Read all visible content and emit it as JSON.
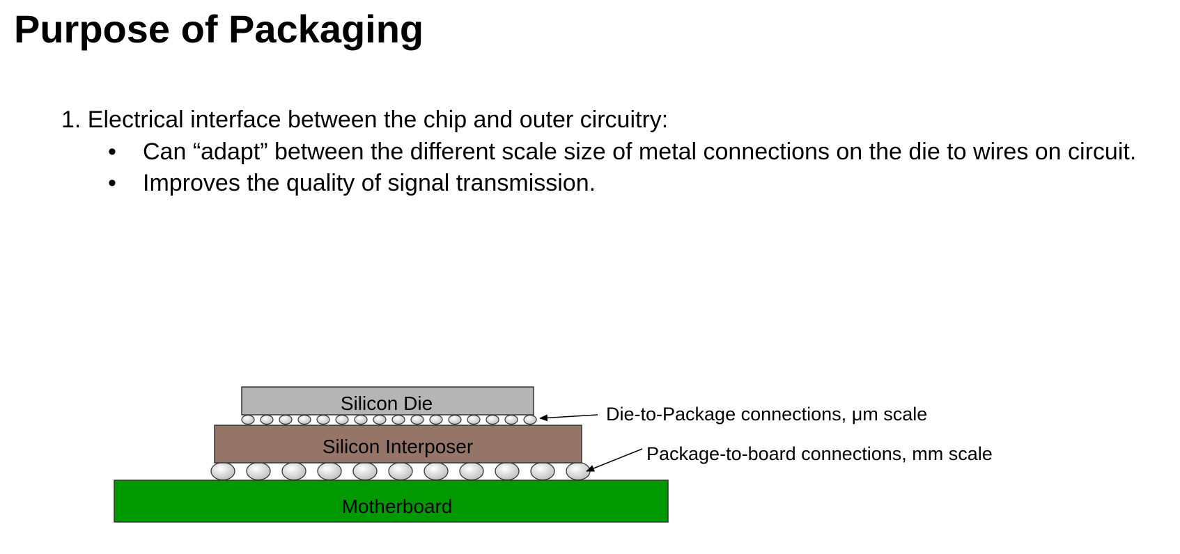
{
  "slide": {
    "title": "Purpose of Packaging",
    "point": "1. Electrical interface between the chip and outer circuitry:",
    "bullets": [
      "Can “adapt” between the different scale size of metal connections on the die to wires on circuit.",
      "Improves the quality of signal transmission."
    ],
    "bullet_symbol": "•"
  },
  "diagram": {
    "die_label": "Silicon Die",
    "interposer_label": "Silicon Interposer",
    "board_label": "Motherboard",
    "die_bump_annotation": "Die-to-Package connections, μm scale",
    "board_bump_annotation": "Package-to-board connections, mm scale",
    "colors": {
      "die": "#b5b5b5",
      "interposer": "#967569",
      "board": "#009900",
      "bump": "#d6d6d6"
    }
  }
}
